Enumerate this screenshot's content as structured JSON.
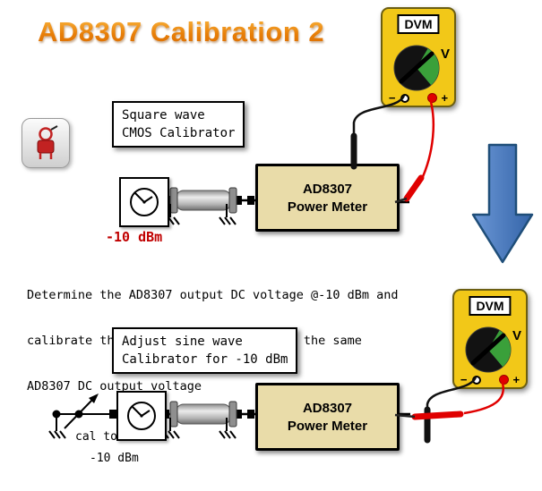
{
  "title": "AD8307 Calibration 2",
  "dvm": {
    "label": "DVM",
    "dial_letter": "V",
    "minus": "−",
    "plus": "+"
  },
  "top": {
    "calibrator_box": {
      "line1": "Square wave",
      "line2": "CMOS Calibrator"
    },
    "power_meter": {
      "line1": "AD8307",
      "line2": "Power Meter"
    },
    "level_label": "-10 dBm"
  },
  "note": {
    "line1": "Determine the AD8307 output DC voltage @-10 dBm and",
    "line2": "calibrate the sine wave device to get the same",
    "line3": "AD8307 DC output voltage"
  },
  "bottom": {
    "calibrator_box": {
      "line1": "Adjust sine wave",
      "line2": "Calibrator for -10 dBm"
    },
    "power_meter": {
      "line1": "AD8307",
      "line2": "Power Meter"
    },
    "cal_label": {
      "line1": "cal to",
      "line2": "-10 dBm"
    }
  },
  "colors": {
    "title_orange": "#E8820C",
    "dvm_yellow": "#F2C818",
    "dial_green": "#3AA03A",
    "meter_tan": "#E9DCA9",
    "arrow_blue": "#4472C4",
    "arrow_border": "#1F4E79",
    "wire_red": "#E00000",
    "label_red": "#C00000"
  }
}
